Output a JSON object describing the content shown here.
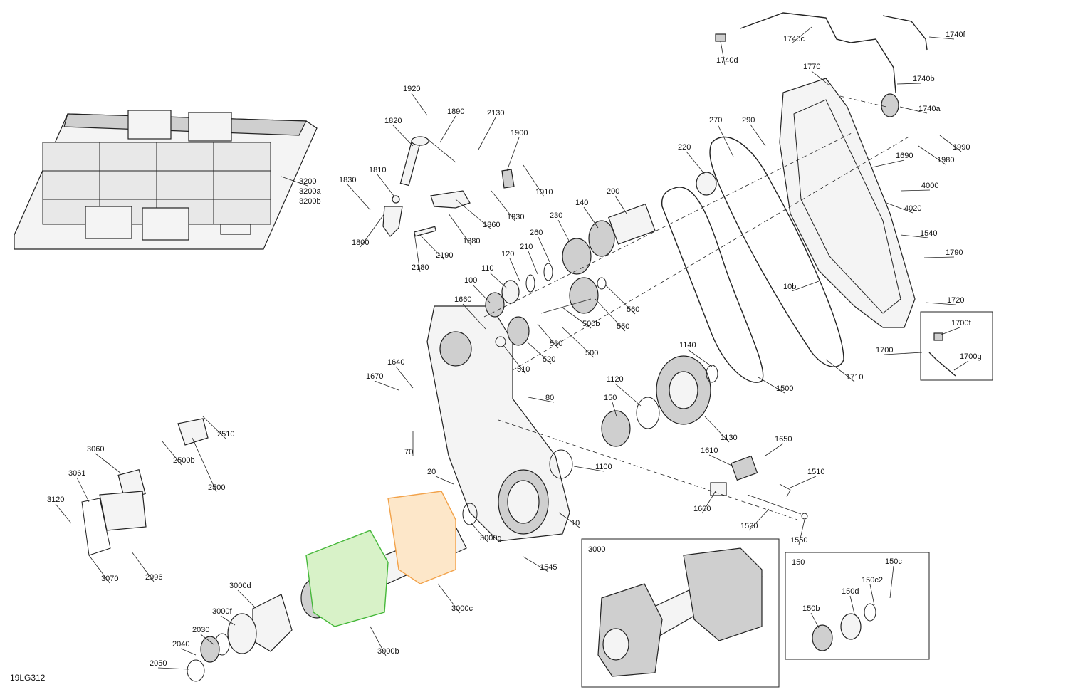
{
  "diagram_code": "19LG312",
  "callouts": [
    {
      "id": "3200",
      "text": "3200"
    },
    {
      "id": "3200a",
      "text": "3200a"
    },
    {
      "id": "3200b",
      "text": "3200b"
    },
    {
      "id": "1920",
      "text": "1920"
    },
    {
      "id": "1890",
      "text": "1890"
    },
    {
      "id": "2130",
      "text": "2130"
    },
    {
      "id": "1820",
      "text": "1820"
    },
    {
      "id": "1900",
      "text": "1900"
    },
    {
      "id": "1810",
      "text": "1810"
    },
    {
      "id": "1830",
      "text": "1830"
    },
    {
      "id": "1910",
      "text": "1910"
    },
    {
      "id": "1930",
      "text": "1930"
    },
    {
      "id": "1860",
      "text": "1860"
    },
    {
      "id": "1880",
      "text": "1880"
    },
    {
      "id": "1800",
      "text": "1800"
    },
    {
      "id": "2190",
      "text": "2190"
    },
    {
      "id": "2180",
      "text": "2180"
    },
    {
      "id": "1740c",
      "text": "1740c"
    },
    {
      "id": "1740f",
      "text": "1740f"
    },
    {
      "id": "1740d",
      "text": "1740d"
    },
    {
      "id": "1770",
      "text": "1770"
    },
    {
      "id": "1740b",
      "text": "1740b"
    },
    {
      "id": "1740a",
      "text": "1740a"
    },
    {
      "id": "270",
      "text": "270"
    },
    {
      "id": "290",
      "text": "290"
    },
    {
      "id": "1990",
      "text": "1990"
    },
    {
      "id": "1980",
      "text": "1980"
    },
    {
      "id": "220",
      "text": "220"
    },
    {
      "id": "1690",
      "text": "1690"
    },
    {
      "id": "4000",
      "text": "4000"
    },
    {
      "id": "4020",
      "text": "4020"
    },
    {
      "id": "200",
      "text": "200"
    },
    {
      "id": "140",
      "text": "140"
    },
    {
      "id": "230",
      "text": "230"
    },
    {
      "id": "1540",
      "text": "1540"
    },
    {
      "id": "260",
      "text": "260"
    },
    {
      "id": "210",
      "text": "210"
    },
    {
      "id": "1790",
      "text": "1790"
    },
    {
      "id": "120",
      "text": "120"
    },
    {
      "id": "110",
      "text": "110"
    },
    {
      "id": "100",
      "text": "100"
    },
    {
      "id": "10b",
      "text": "10b"
    },
    {
      "id": "560",
      "text": "560"
    },
    {
      "id": "1720",
      "text": "1720"
    },
    {
      "id": "1660",
      "text": "1660"
    },
    {
      "id": "550",
      "text": "550"
    },
    {
      "id": "500b",
      "text": "500b"
    },
    {
      "id": "1700f",
      "text": "1700f"
    },
    {
      "id": "530",
      "text": "530"
    },
    {
      "id": "500",
      "text": "500"
    },
    {
      "id": "1700",
      "text": "1700"
    },
    {
      "id": "1700g",
      "text": "1700g"
    },
    {
      "id": "520",
      "text": "520"
    },
    {
      "id": "510",
      "text": "510"
    },
    {
      "id": "1140",
      "text": "1140"
    },
    {
      "id": "1710",
      "text": "1710"
    },
    {
      "id": "1640",
      "text": "1640"
    },
    {
      "id": "1670",
      "text": "1670"
    },
    {
      "id": "1120",
      "text": "1120"
    },
    {
      "id": "1500",
      "text": "1500"
    },
    {
      "id": "80",
      "text": "80"
    },
    {
      "id": "150",
      "text": "150"
    },
    {
      "id": "2510",
      "text": "2510"
    },
    {
      "id": "70",
      "text": "70"
    },
    {
      "id": "1130",
      "text": "1130"
    },
    {
      "id": "1650",
      "text": "1650"
    },
    {
      "id": "2500b",
      "text": "2500b"
    },
    {
      "id": "3060",
      "text": "3060"
    },
    {
      "id": "1610",
      "text": "1610"
    },
    {
      "id": "1100",
      "text": "1100"
    },
    {
      "id": "2500",
      "text": "2500"
    },
    {
      "id": "3061",
      "text": "3061"
    },
    {
      "id": "20",
      "text": "20"
    },
    {
      "id": "1510",
      "text": "1510"
    },
    {
      "id": "3120",
      "text": "3120"
    },
    {
      "id": "1600",
      "text": "1600"
    },
    {
      "id": "10",
      "text": "10"
    },
    {
      "id": "1520",
      "text": "1520"
    },
    {
      "id": "3000g",
      "text": "3000g"
    },
    {
      "id": "1550",
      "text": "1550"
    },
    {
      "id": "1545",
      "text": "1545"
    },
    {
      "id": "3070",
      "text": "3070"
    },
    {
      "id": "2996",
      "text": "2996"
    },
    {
      "id": "3000d",
      "text": "3000d"
    },
    {
      "id": "3000c",
      "text": "3000c"
    },
    {
      "id": "3000f",
      "text": "3000f"
    },
    {
      "id": "2030",
      "text": "2030"
    },
    {
      "id": "3000b",
      "text": "3000b"
    },
    {
      "id": "2040",
      "text": "2040"
    },
    {
      "id": "2050",
      "text": "2050"
    }
  ],
  "inset_3000": {
    "label": "3000"
  },
  "inset_150": {
    "label": "150",
    "callouts": [
      {
        "id": "150c",
        "text": "150c"
      },
      {
        "id": "150c2",
        "text": "150c2"
      },
      {
        "id": "150d",
        "text": "150d"
      },
      {
        "id": "150b",
        "text": "150b"
      }
    ]
  },
  "colors": {
    "highlight_green": "#46b83a",
    "highlight_orange": "#f2a24a",
    "line": "#222222"
  }
}
